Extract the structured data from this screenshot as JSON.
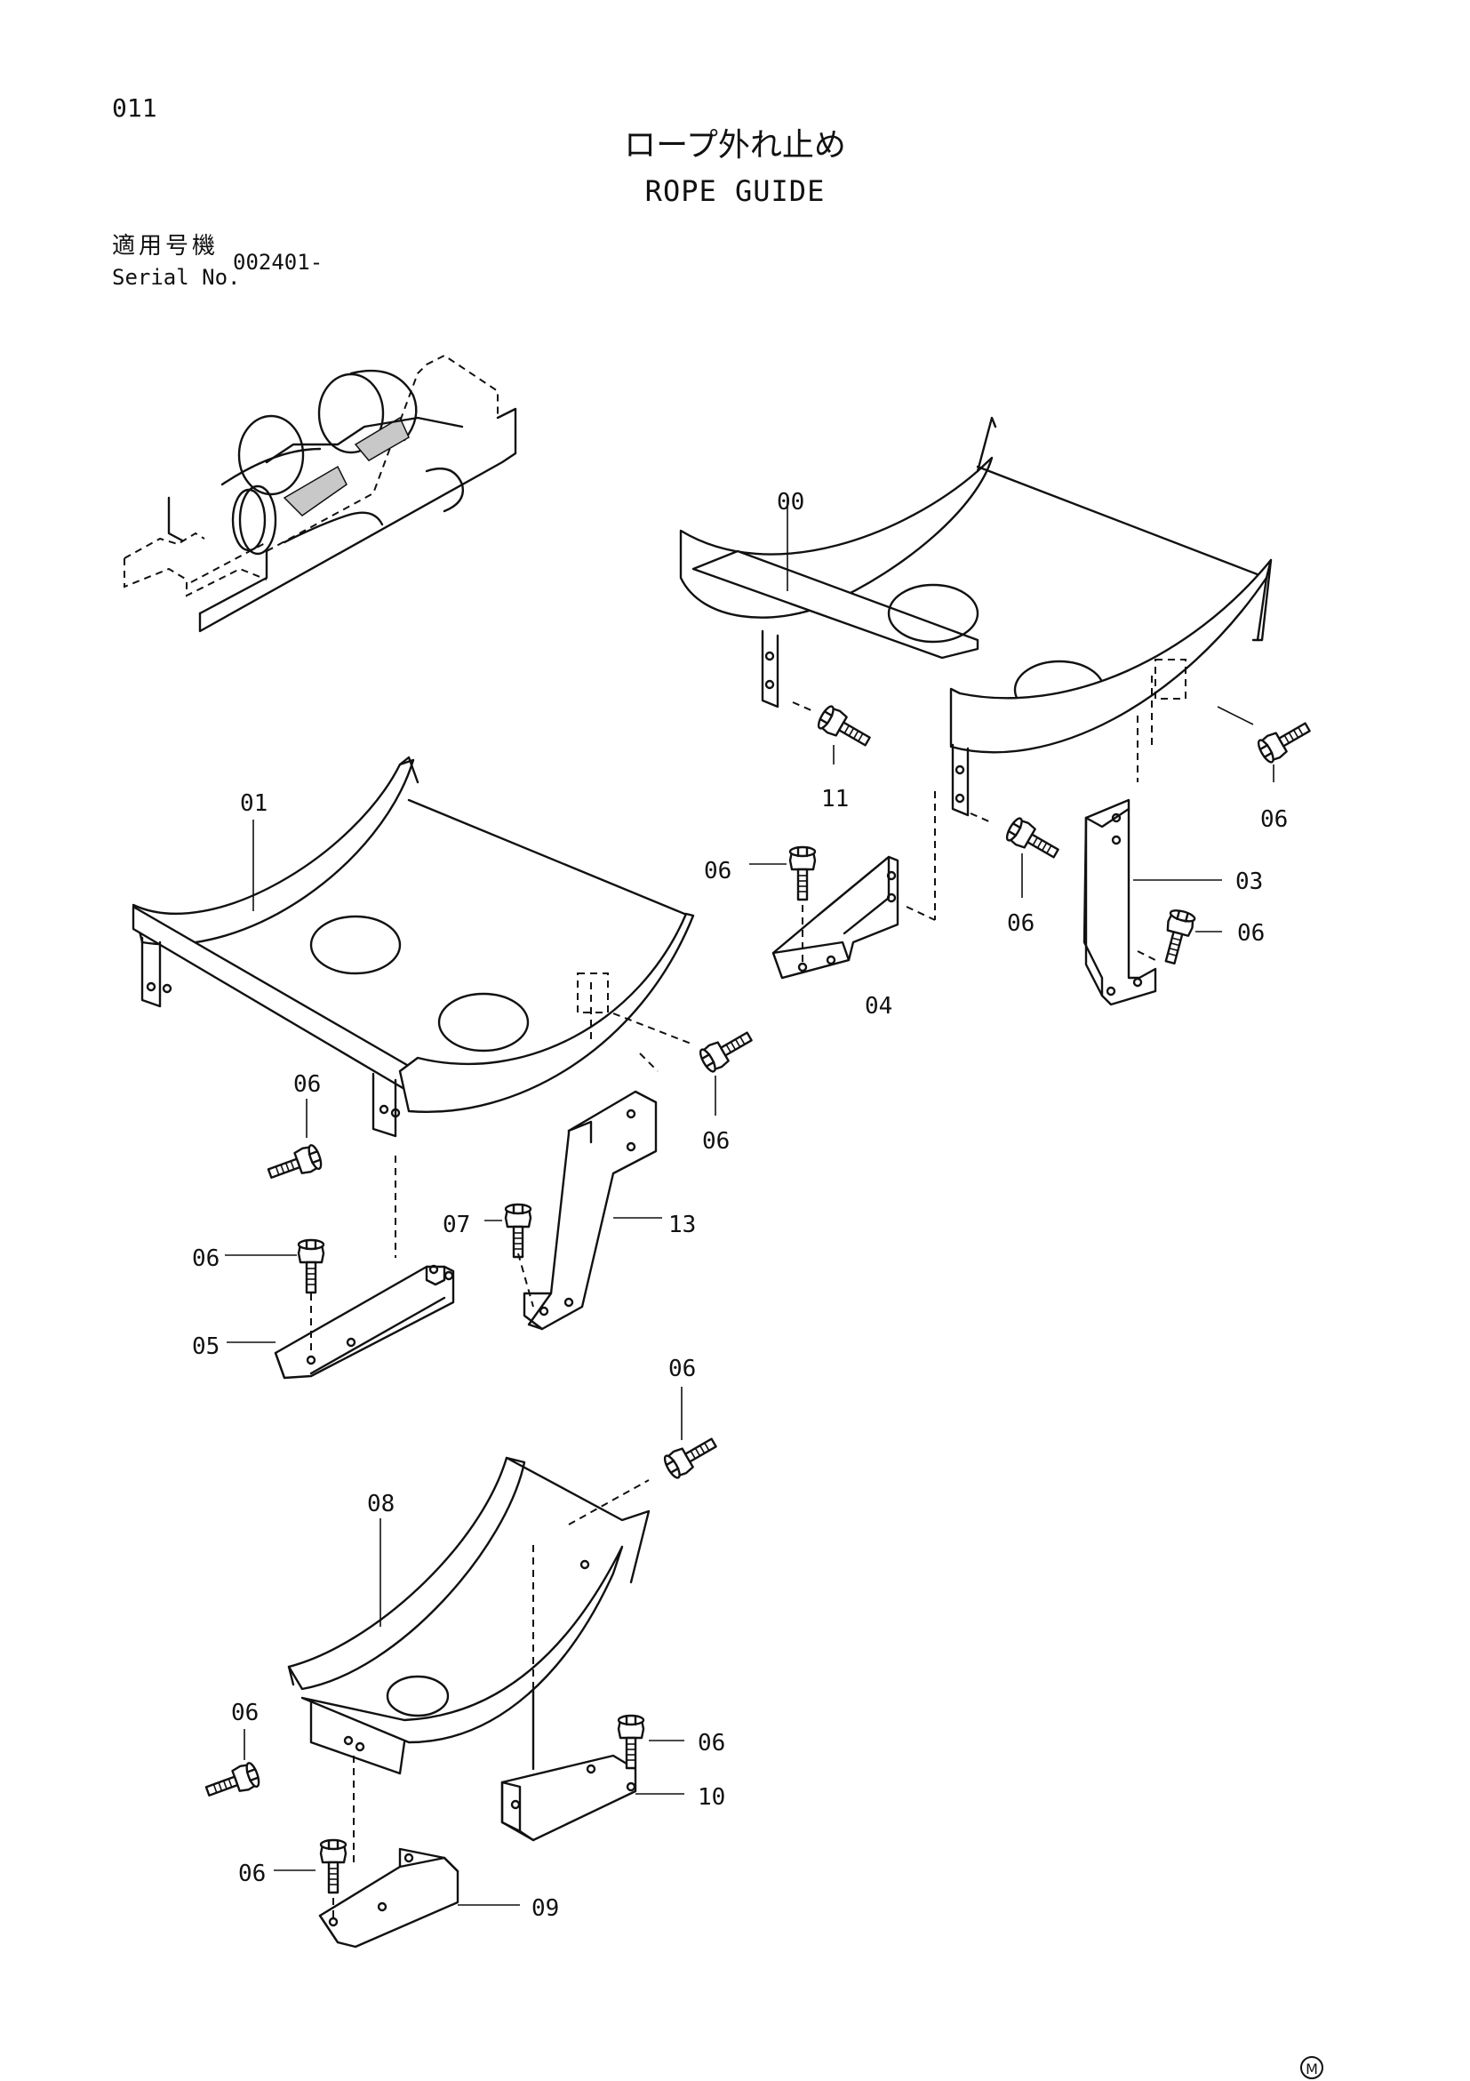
{
  "page": {
    "number": "011",
    "title_ja": "ロープ外れ止め",
    "title_en": "ROPE GUIDE",
    "serial_label_ja": "適用号機",
    "serial_label_en": "Serial No.",
    "serial_value": "002401-",
    "maker_mark": "M"
  },
  "callouts": {
    "c00": "00",
    "c01": "01",
    "c03": "03",
    "c04": "04",
    "c05": "05",
    "c06": "06",
    "c07": "07",
    "c08": "08",
    "c09": "09",
    "c10": "10",
    "c11": "11",
    "c13": "13"
  }
}
